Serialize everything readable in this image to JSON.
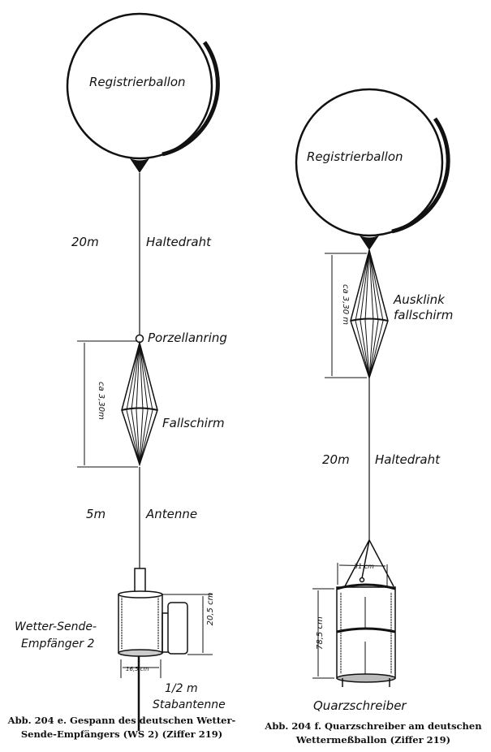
{
  "left": {
    "balloon_label": "Registrierballon",
    "wire_length": "20m",
    "wire_label": "Haltedraht",
    "ring_label": "Porzellanring",
    "parachute_height": "ca 3,30m",
    "parachute_label": "Fallschirm",
    "antenna_length": "5m",
    "antenna_label": "Antenne",
    "device_label_1": "Wetter-Sende-",
    "device_label_2": "Empfänger 2",
    "device_height": "20,5 cm",
    "device_width": "16,5 cm",
    "rod_length": "1/2 m",
    "rod_label": "Stabantenne",
    "caption_1": "Abb. 204 e.  Gespann des deutschen Wetter-",
    "caption_2": "Sende-Empfängers (WS 2)  (Ziffer 219)"
  },
  "right": {
    "balloon_label": "Registrierballon",
    "parachute_height": "ca 3,30 m",
    "parachute_label_1": "Ausklink",
    "parachute_label_2": "fallschirm",
    "wire_length": "20m",
    "wire_label": "Haltedraht",
    "device_width": "31 cm",
    "device_height": "78,5 cm",
    "device_label": "Quarzschreiber",
    "caption_1": "Abb. 204 f.  Quarzschreiber am deutschen",
    "caption_2": "Wettermeßballon  (Ziffer 219)"
  }
}
